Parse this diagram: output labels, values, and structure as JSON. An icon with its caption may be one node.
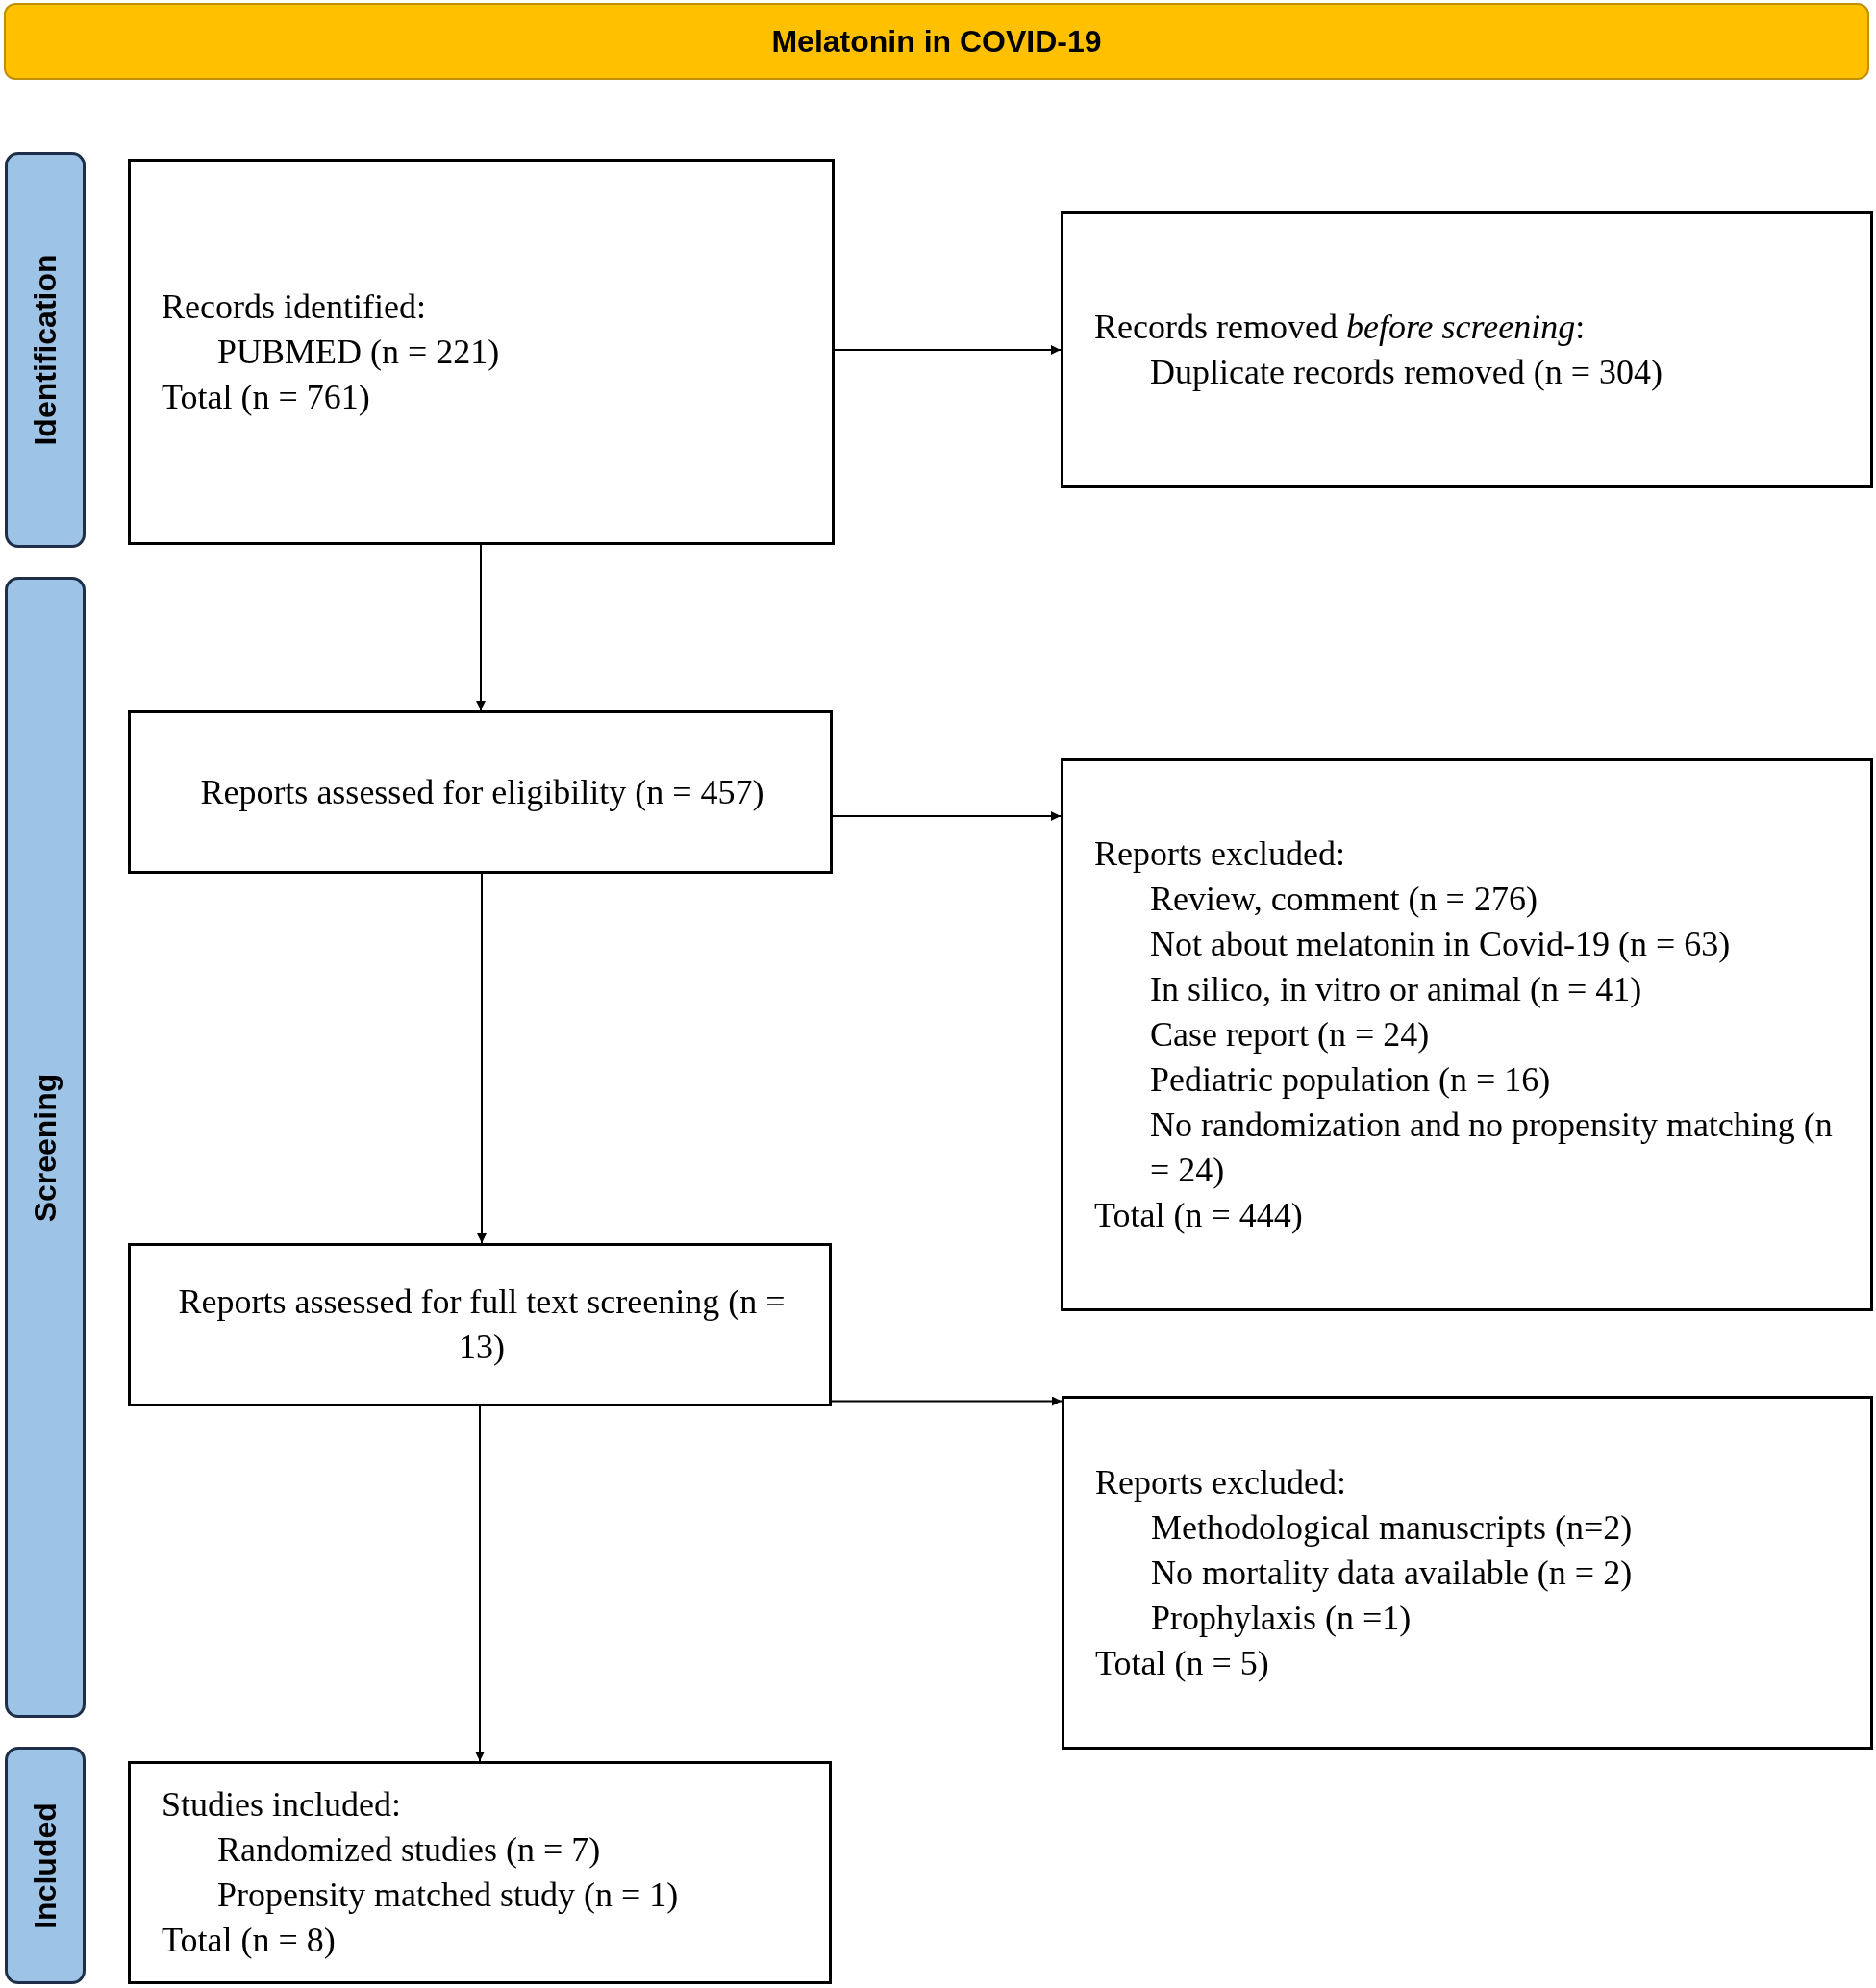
{
  "diagram": {
    "title": "Melatonin in COVID-19",
    "nodes": [
      {
        "text": [
          "Identification"
        ]
      },
      {
        "text": [
          "Records identified:",
          "PUBMED (n = 221)",
          "Total (n = 761)"
        ]
      },
      {
        "text": [
          "Records removed *before screening*:",
          "Duplicate records removed (n = 304)"
        ]
      },
      {
        "text": [
          "Screening"
        ]
      },
      {
        "text": [
          "Reports assessed for eligibility (n = 457)"
        ]
      },
      {
        "text": [
          "Reports excluded:",
          "Review, comment (n = 276)",
          "Not about melatonin in Covid-19 (n = 63)",
          "In silico, in vitro or animal (n = 41)",
          "Case report (n = 24)",
          "Pediatric population (n = 16)",
          "No randomization and no propensity matching (n = 24)",
          "Total (n = 444)"
        ]
      },
      {
        "text": [
          "Reports assessed for full text screening (n = 13)"
        ]
      },
      {
        "text": [
          "Reports excluded:",
          "Methodological manuscripts (n=2)",
          "No mortality data available (n = 2)",
          "Prophylaxis (n =1)",
          "Total (n = 5)"
        ]
      },
      {
        "text": [
          "Included"
        ]
      },
      {
        "text": [
          "Studies included:",
          "Randomized studies (n = 7)",
          "Propensity matched study (n = 1)",
          "Total (n = 8)"
        ]
      }
    ],
    "edges": [
      {
        "from": 1,
        "to": 2,
        "arrow": "to"
      },
      {
        "from": 1,
        "to": 4,
        "arrow": "to"
      },
      {
        "from": 4,
        "to": 6,
        "arrow": "to"
      },
      {
        "from": 4,
        "to": 5,
        "arrow": "to"
      },
      {
        "from": 6,
        "to": 9,
        "arrow": "to"
      },
      {
        "from": 6,
        "to": 7,
        "arrow": "to"
      }
    ]
  }
}
